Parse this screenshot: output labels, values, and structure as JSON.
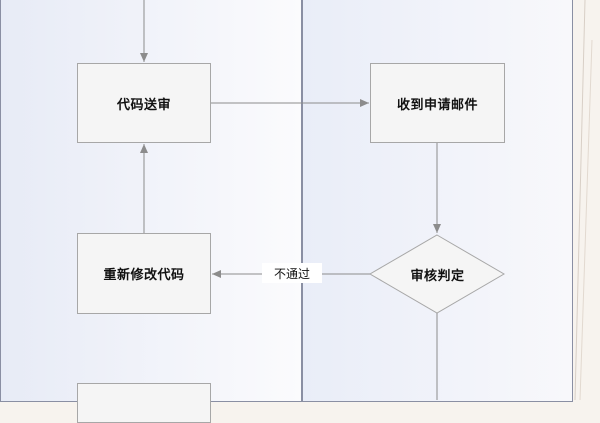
{
  "nodes": {
    "code_submit": "代码送审",
    "receive_email": "收到申请邮件",
    "review_decision": "审核判定",
    "modify_code": "重新修改代码",
    "next_step": ""
  },
  "edges": {
    "reject_label": "不通过"
  },
  "colors": {
    "lane_border": "#8a8fa3",
    "node_fill": "#f5f5f5",
    "node_border": "#a7a7a7",
    "connector": "#8c8c8c"
  }
}
